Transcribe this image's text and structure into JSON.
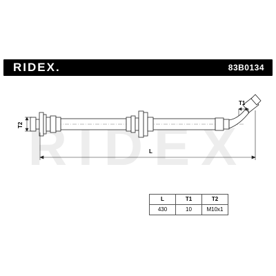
{
  "header": {
    "brand": "RIDEX.",
    "part_number": "83B0134"
  },
  "watermark": "RIDEX",
  "dimensions": {
    "length_label": "L",
    "thread_label": "T1",
    "diameter_label": "T2"
  },
  "spec_table": {
    "headers": [
      "L",
      "T1",
      "T2"
    ],
    "rows": [
      [
        "430",
        "10",
        "M10x1"
      ]
    ]
  },
  "colors": {
    "header_bg": "#000000",
    "header_text": "#ffffff",
    "watermark": "#ededed"
  }
}
